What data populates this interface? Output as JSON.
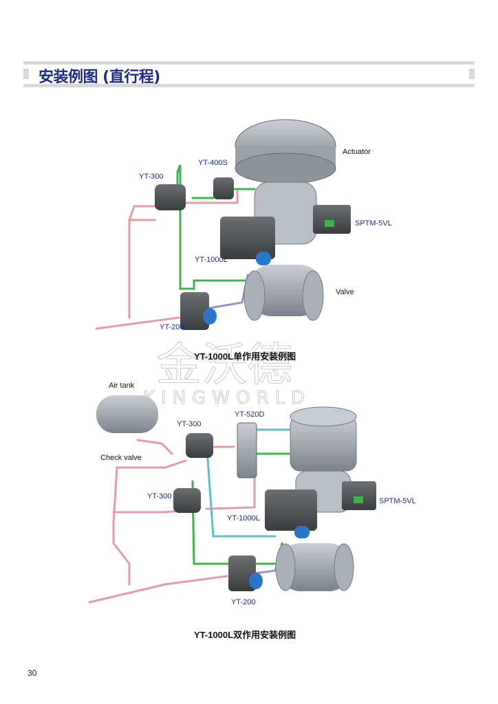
{
  "header": {
    "title": "安装例图 (直行程)"
  },
  "diagram_single": {
    "labels": {
      "yt300": "YT-300",
      "yt400s": "YT-400S",
      "actuator": "Actuator",
      "sptm": "SPTM-5VL",
      "yt1000l": "YT-1000L",
      "valve": "Valve",
      "yt200": "YT-200"
    },
    "caption": "YT-1000L单作用安装例图"
  },
  "watermark": {
    "cn": "金沃德",
    "en": "KINGWORLD"
  },
  "diagram_double": {
    "labels": {
      "air_tank": "Air tank",
      "yt300_top": "YT-300",
      "yt520d": "YT-520D",
      "check_valve": "Check valve",
      "yt300_bottom": "YT-300",
      "sptm": "SPTM-5VL",
      "yt1000l": "YT-1000L",
      "yt200": "YT-200"
    },
    "caption": "YT-1000L双作用安装例图"
  },
  "page_number": "30",
  "colors": {
    "title": "#1e2a8a",
    "label": "#1c2b8e",
    "air_pipe": "#e89aa4",
    "signal_pipe": "#3cb44a",
    "output_pipe": "#58c0d2",
    "feedback_pipe": "#9c8ed6"
  }
}
